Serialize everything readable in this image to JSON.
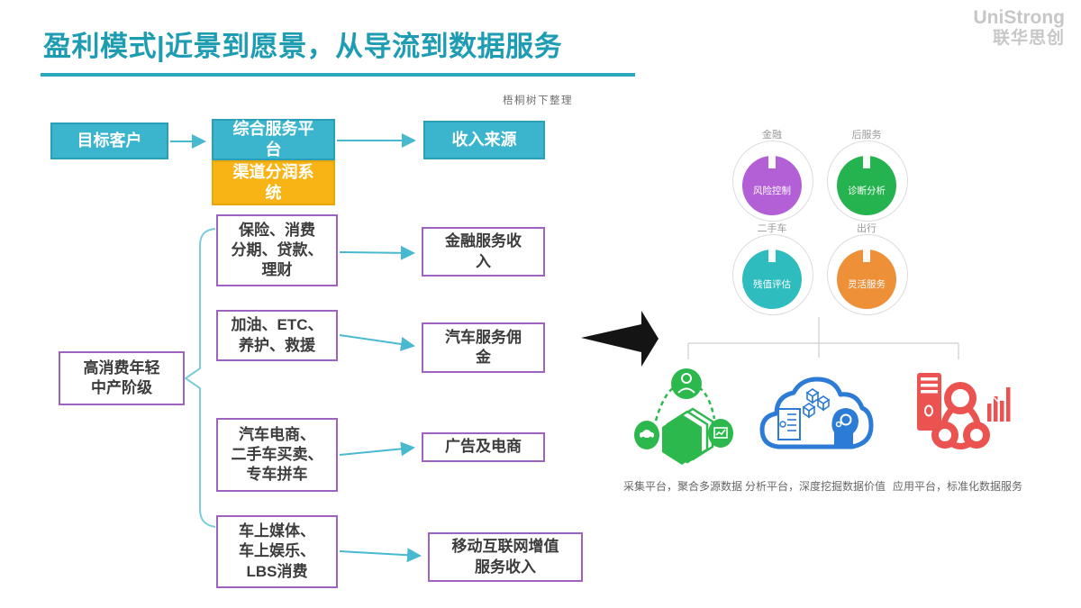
{
  "slide": {
    "title": "盈利模式|近景到愿景，从导流到数据服务",
    "credit": "梧桐树下整理",
    "logo": {
      "name": "UniStrong",
      "name_zh": "联华思创"
    },
    "accent_color": "#1d9cb2"
  },
  "flow": {
    "target_customer": "目标客户",
    "service_platform": "综合服务平\n台",
    "channel_profit_system": "渠道分润系\n统",
    "income_source": "收入来源",
    "customer_segment": "高消费年轻\n中产阶级",
    "service_groups": [
      {
        "label": "保险、消费\n分期、贷款、\n理财"
      },
      {
        "label": "加油、ETC、\n养护、救援"
      },
      {
        "label": "汽车电商、\n二手车买卖、\n专车拼车"
      },
      {
        "label": "车上媒体、\n车上娱乐、\nLBS消费"
      }
    ],
    "income_items": [
      {
        "label": "金融服务收\n入"
      },
      {
        "label": "汽车服务佣\n金"
      },
      {
        "label": "广告及电商"
      },
      {
        "label": "移动互联网增值\n服务收入"
      }
    ],
    "colors": {
      "teal_box": "#3ab5cd",
      "orange_box": "#f8b414",
      "purple_border": "#9e63c0",
      "arrow": "#48b9cf"
    }
  },
  "ecosystem": {
    "circles": [
      {
        "label": "金融",
        "value": "风险控制",
        "color": "#b35fd6"
      },
      {
        "label": "后服务",
        "value": "诊断分析",
        "color": "#25b350"
      },
      {
        "label": "二手车",
        "value": "残值评估",
        "color": "#2ebcbf"
      },
      {
        "label": "出行",
        "value": "灵活服务",
        "color": "#ed9038"
      }
    ]
  },
  "platforms": [
    {
      "caption": "采集平台，聚合多源数据",
      "icon": "collection-icon",
      "color": "#2db84d"
    },
    {
      "caption": "分析平台，深度挖掘数据价值",
      "icon": "analysis-cloud-icon",
      "color": "#2c7bd6"
    },
    {
      "caption": "应用平台，标准化数据服务",
      "icon": "application-icon",
      "color": "#ea5350"
    }
  ]
}
